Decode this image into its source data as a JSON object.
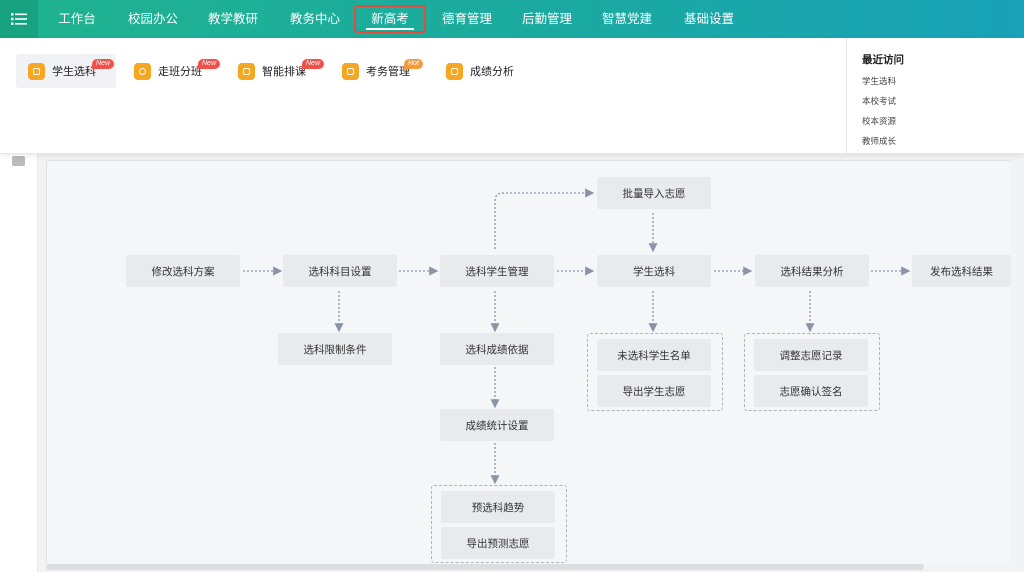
{
  "topnav": {
    "items": [
      "工作台",
      "校园办公",
      "教学教研",
      "教务中心",
      "新高考",
      "德育管理",
      "后勤管理",
      "智慧党建",
      "基础设置"
    ],
    "active": "新高考"
  },
  "dropdown": {
    "items": [
      {
        "label": "学生选科",
        "badge": "New"
      },
      {
        "label": "走班分班",
        "badge": "New"
      },
      {
        "label": "智能排课",
        "badge": "New"
      },
      {
        "label": "考务管理",
        "badge": "Hot"
      },
      {
        "label": "成绩分析",
        "badge": ""
      }
    ],
    "recent": {
      "title": "最近访问",
      "links": [
        "学生选科",
        "本校考试",
        "校本资源",
        "教师成长"
      ]
    }
  },
  "flow": {
    "nodes": {
      "modify_plan": "修改选科方案",
      "subject_settings": "选科科目设置",
      "restriction": "选科限制条件",
      "student_mgmt": "选科学生管理",
      "score_basis": "选科成绩依据",
      "score_stats": "成绩统计设置",
      "pre_trend": "预选科趋势",
      "export_pred": "导出预测志愿",
      "batch_import": "批量导入志愿",
      "student_select": "学生选科",
      "unselected_list": "未选科学生名单",
      "export_wish": "导出学生志愿",
      "result_analysis": "选科结果分析",
      "adjust_record": "调整志愿记录",
      "confirm_sign": "志愿确认签名",
      "publish": "发布选科结果"
    }
  },
  "colors": {
    "nav_gradient_start": "#1fb38f",
    "nav_gradient_end": "#19a2b8",
    "active_border": "#e24d3b",
    "badge_new": "#f0514b",
    "badge_hot": "#f39a3b",
    "icon_orange": "#f5a623",
    "arrow": "#8a93a8"
  }
}
